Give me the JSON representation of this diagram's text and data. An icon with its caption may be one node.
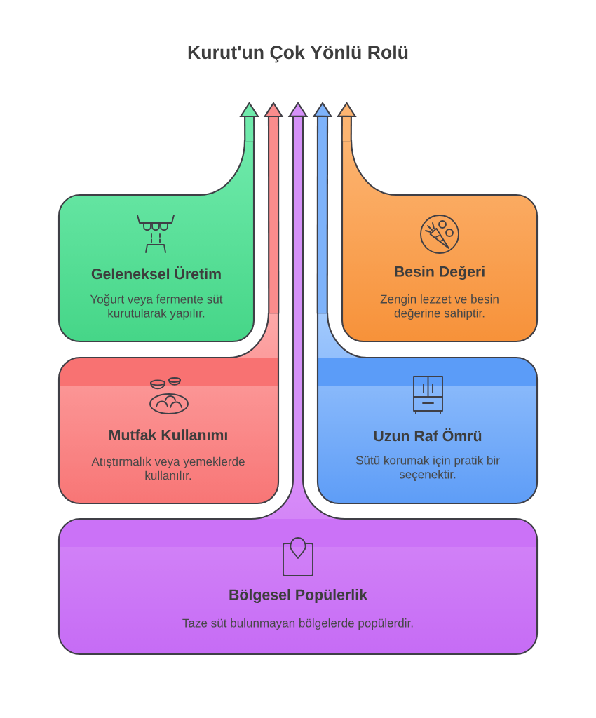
{
  "diagram": {
    "title": "Kurut'un Çok Yönlü Rolü",
    "nodes": [
      {
        "text": [
          "Geleneksel Üretim",
          "Yoğurt veya fermente süt kurutularak yapılır."
        ]
      },
      {
        "text": [
          "Besin Değeri",
          "Zengin lezzet ve besin değerine sahiptir."
        ]
      },
      {
        "text": [
          "Mutfak Kullanımı",
          "Atıştırmalık veya yemeklerde kullanılır."
        ]
      },
      {
        "text": [
          "Uzun Raf Ömrü",
          "Sütü korumak için pratik bir seçenektir."
        ]
      },
      {
        "text": [
          "Bölgesel Popülerlik",
          "Taze süt bulunmayan bölgelerde popülerdir."
        ]
      }
    ],
    "edges": [
      {
        "from": 0,
        "to": null,
        "arrow": "to"
      },
      {
        "from": 2,
        "to": null,
        "arrow": "to"
      },
      {
        "from": 4,
        "to": null,
        "arrow": "to"
      },
      {
        "from": 3,
        "to": null,
        "arrow": "to"
      },
      {
        "from": 1,
        "to": null,
        "arrow": "to"
      }
    ]
  }
}
